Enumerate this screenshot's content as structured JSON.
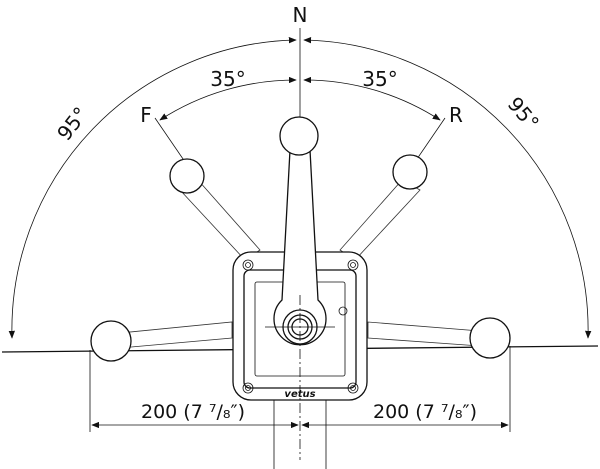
{
  "labels": {
    "neutral": "N",
    "forward": "F",
    "reverse": "R",
    "angle_inner_left": "35°",
    "angle_inner_right": "35°",
    "angle_outer_left": "95°",
    "angle_outer_right": "95°",
    "dim_left": "200 (7 ⁷/₈″)",
    "dim_right": "200 (7 ⁷/₈″)",
    "brand": "vetus"
  }
}
